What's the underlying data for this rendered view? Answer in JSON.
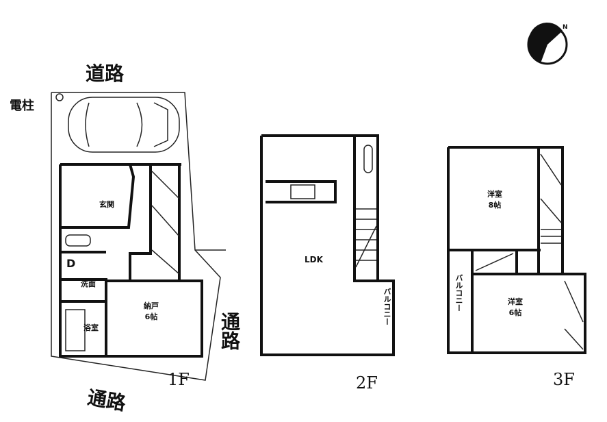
{
  "title": "Floor plan",
  "site": {
    "road_top": "道路",
    "road_right": "通路",
    "road_bottom": "通路",
    "utility_pole": "電柱"
  },
  "floors": [
    {
      "label": "1F",
      "rooms": [
        {
          "name": "玄関"
        },
        {
          "name": "洗面"
        },
        {
          "name": "浴室"
        },
        {
          "name": "納戸",
          "size": "6帖"
        },
        {
          "name": "D"
        }
      ]
    },
    {
      "label": "2F",
      "rooms": [
        {
          "name": "LDK"
        },
        {
          "name": "バルコニー"
        }
      ]
    },
    {
      "label": "3F",
      "rooms": [
        {
          "name": "洋室",
          "size": "8帖"
        },
        {
          "name": "洋室",
          "size": "6帖"
        },
        {
          "name": "バルコニー"
        }
      ]
    }
  ],
  "compass": {
    "north": "N"
  }
}
